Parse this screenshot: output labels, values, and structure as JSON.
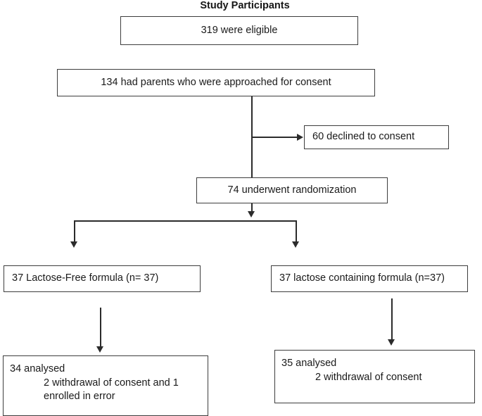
{
  "chart_data": {
    "type": "diagram",
    "title": "Study Participants",
    "nodes": [
      {
        "id": "eligible",
        "label": "319 were eligible"
      },
      {
        "id": "approached",
        "label": "134 had parents who were approached for consent"
      },
      {
        "id": "declined",
        "label": "60 declined to consent"
      },
      {
        "id": "randomized",
        "label": "74 underwent randomization"
      },
      {
        "id": "arm-lactose-free",
        "label": "37 Lactose-Free formula (n= 37)"
      },
      {
        "id": "arm-lactose",
        "label": "37 lactose containing formula (n=37)"
      },
      {
        "id": "analysed-left",
        "label_line1": "34 analysed",
        "label_line2": "2 withdrawal of consent and 1 enrolled in error"
      },
      {
        "id": "analysed-right",
        "label_line1": "35 analysed",
        "label_line2": "2 withdrawal of consent"
      }
    ],
    "edges": [
      {
        "from": "approached",
        "to": "declined",
        "style": "elbow-right"
      },
      {
        "from": "approached",
        "to": "randomized",
        "style": "straight-down"
      },
      {
        "from": "randomized",
        "to": "arm-lactose-free",
        "style": "split-left"
      },
      {
        "from": "randomized",
        "to": "arm-lactose",
        "style": "split-right"
      },
      {
        "from": "arm-lactose-free",
        "to": "analysed-left",
        "style": "straight-down"
      },
      {
        "from": "arm-lactose",
        "to": "analysed-right",
        "style": "straight-down"
      }
    ]
  },
  "diagram": {
    "title": "Study Participants",
    "boxes": {
      "eligible": "319 were eligible",
      "approached": "134 had parents who were approached for consent",
      "declined": "60 declined to consent",
      "randomized": "74 underwent randomization",
      "arm_lactose_free": "37 Lactose-Free formula (n= 37)",
      "arm_lactose_containing": "37 lactose containing formula (n=37)",
      "analysed_left_line1": "34 analysed",
      "analysed_left_line2": "2 withdrawal of consent and 1 enrolled in error",
      "analysed_right_line1": "35 analysed",
      "analysed_right_line2": "2 withdrawal of consent"
    }
  },
  "colors": {
    "box_border": "#3d3d3d",
    "connector": "#2b2b2b",
    "text": "#1a1a1a",
    "background": "#ffffff"
  }
}
